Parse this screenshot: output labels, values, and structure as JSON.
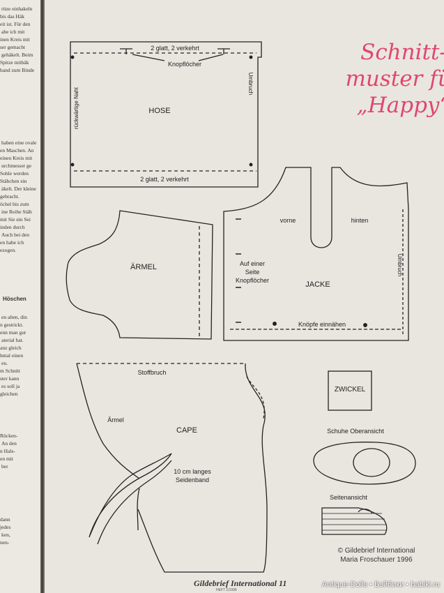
{
  "left_page": {
    "lines": [
      "ritze einhakeln",
      "bis das Häk",
      "eit ist. Für den",
      "abe ich mit",
      "inen Kreis mit",
      "ser gemacht",
      "gehäkelt. Beim",
      "Spitze mitbäk",
      "band zum Binde",
      "haben eine ovale",
      "en Maschen. An",
      "einen Kreis mit",
      "urchmesser ge",
      "Sohle werden",
      "Stäbchen ein",
      "äkelt. Der kleine",
      "gebracht.",
      "öchel bis zum",
      "ine Reihe Stäb",
      "mit Sie ein Sei",
      "inden durch",
      "Auch bei den",
      "en habe ich",
      "ezogen.",
      "en alten, din",
      "n gestrickt.",
      "enn man gut",
      "aterial hat.",
      "anz gleich",
      "hmal einen",
      "en.",
      "m Schnitt",
      "ster kann",
      "es soll ja",
      "gleichen",
      "Rücken-",
      "An den",
      "n Hals-",
      "en mit",
      "ber",
      "dann",
      "jedes",
      "ken,",
      "nen-"
    ],
    "heading": "Höschen"
  },
  "title": [
    "Schnitt-",
    "muster für",
    "„Happy“"
  ],
  "hose": {
    "top_label": "2 glatt, 2 verkehrt",
    "buttons_label": "Knopflöcher",
    "left_label": "rückwärtige Naht",
    "right_label": "Umbruch",
    "name": "HOSE",
    "bottom_label": "2 glatt, 2 verkehrt"
  },
  "jacke": {
    "front": "vorne",
    "back": "hinten",
    "side_1": "Auf einer",
    "side_2": "Seite",
    "side_3": "Knopflöcher",
    "name": "JACKE",
    "fold": "Umbruch",
    "buttons": "Knöpfe einnähen"
  },
  "aermel": {
    "name": "ÄRMEL"
  },
  "cape": {
    "fold": "Stoffbruch",
    "sleeve": "Ärmel",
    "name": "CAPE",
    "ribbon_1": "10 cm langes",
    "ribbon_2": "Seidenband"
  },
  "zwickel": {
    "name": "ZWICKEL"
  },
  "schuhe": {
    "top_view": "Schuhe Oberansicht",
    "side_view": "Seitenansicht"
  },
  "credit": [
    "© Gildebrief International",
    "Maria Froschauer 1996"
  ],
  "footer": "Gildebrief International 11",
  "footer_sub": "HEFT 1/1996",
  "watermark": "Antique-Dolls • Бэйбики • babiki.ru",
  "colors": {
    "title": "#e0476b",
    "paper": "#e9e6e0",
    "ink": "#222222"
  }
}
